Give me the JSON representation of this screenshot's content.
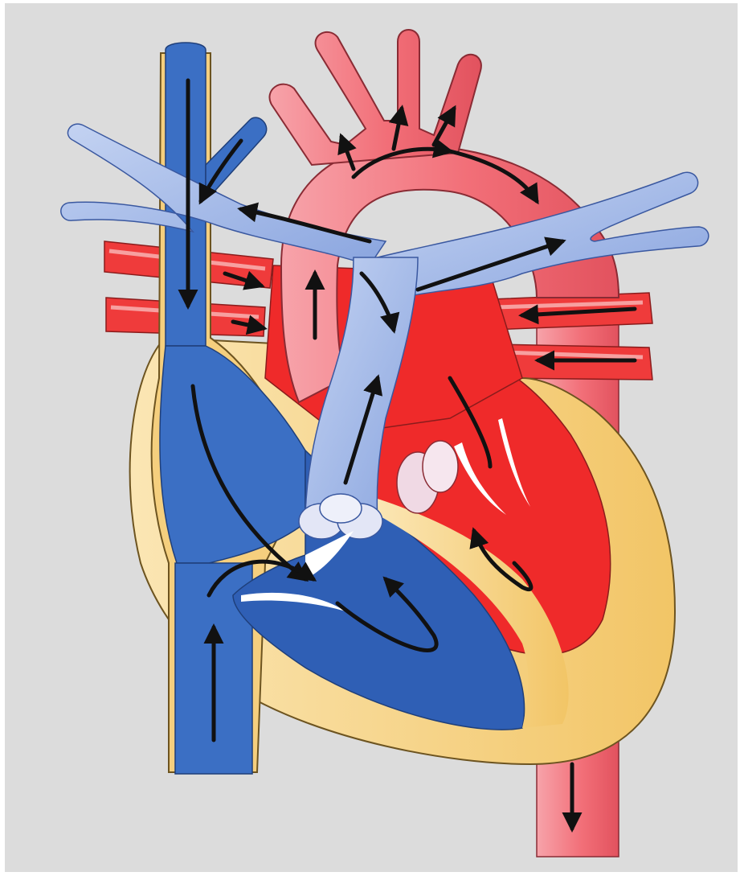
{
  "diagram": {
    "kind": "heart-blood-flow-illustration",
    "printed_text": [],
    "colors": {
      "background": "#dcdcdc",
      "frame": "#ffffff",
      "deoxygenated_blood": "#3b6fc4",
      "deoxygenated_dark": "#2f5fb5",
      "pulmonary_vessel": "#9fb6e6",
      "pulmonary_vessel_light": "#c4d3f2",
      "oxygenated_blood": "#ef2a2a",
      "aorta": "#f26f78",
      "aorta_light": "#f7a3aa",
      "myocardium": "#f5cf7e",
      "myocardium_light": "#fbe6b4",
      "valve": "#f0d9e4",
      "arrow": "#111111"
    },
    "structures": [
      {
        "id": "superior-vena-cava",
        "blood": "deoxygenated"
      },
      {
        "id": "inferior-vena-cava",
        "blood": "deoxygenated"
      },
      {
        "id": "right-atrium",
        "blood": "deoxygenated"
      },
      {
        "id": "right-ventricle",
        "blood": "deoxygenated"
      },
      {
        "id": "pulmonary-artery-trunk",
        "blood": "deoxygenated"
      },
      {
        "id": "right-pulmonary-artery",
        "blood": "deoxygenated"
      },
      {
        "id": "left-pulmonary-artery",
        "blood": "deoxygenated"
      },
      {
        "id": "aortic-arch",
        "blood": "oxygenated"
      },
      {
        "id": "descending-aorta",
        "blood": "oxygenated"
      },
      {
        "id": "right-pulmonary-veins",
        "blood": "oxygenated"
      },
      {
        "id": "left-pulmonary-veins",
        "blood": "oxygenated"
      },
      {
        "id": "left-atrium",
        "blood": "oxygenated"
      },
      {
        "id": "left-ventricle",
        "blood": "oxygenated"
      },
      {
        "id": "pulmonary-valve",
        "blood": "none"
      },
      {
        "id": "aortic-valve",
        "blood": "none"
      }
    ],
    "flow_arrow_count": 22
  }
}
